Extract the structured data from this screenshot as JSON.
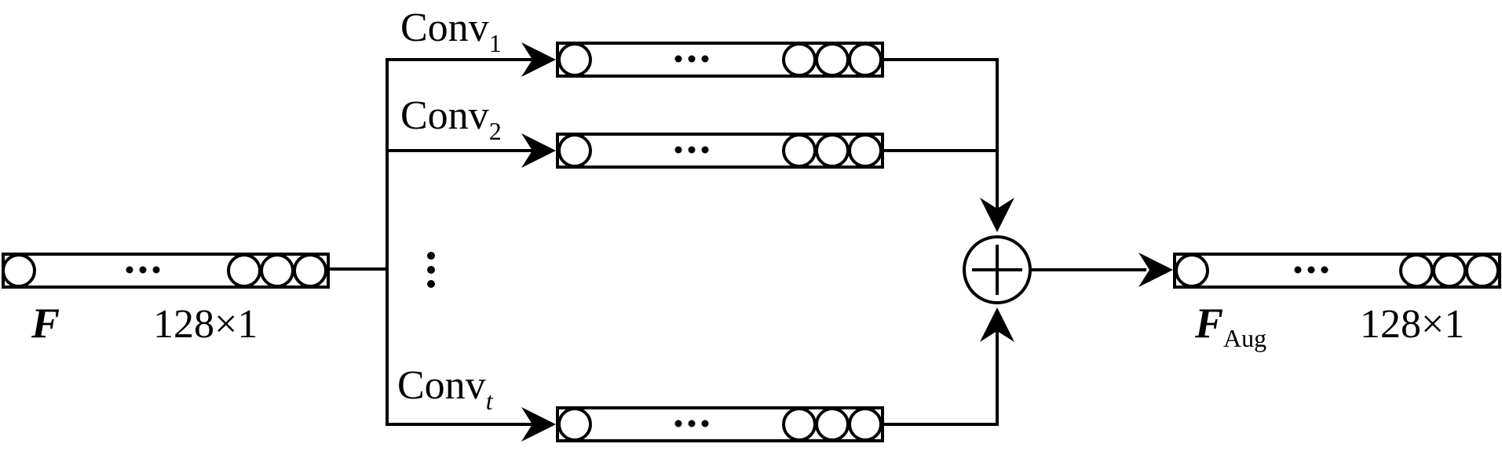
{
  "input": {
    "symbol": "F",
    "dim_label": "128×1"
  },
  "branches": [
    {
      "base": "Conv",
      "sub": "1"
    },
    {
      "base": "Conv",
      "sub": "2"
    },
    {
      "base": "Conv",
      "sub": "t"
    }
  ],
  "output": {
    "symbol": "F",
    "sub": "Aug",
    "dim_label": "128×1"
  },
  "combine_op_icon": "circled-plus-icon"
}
